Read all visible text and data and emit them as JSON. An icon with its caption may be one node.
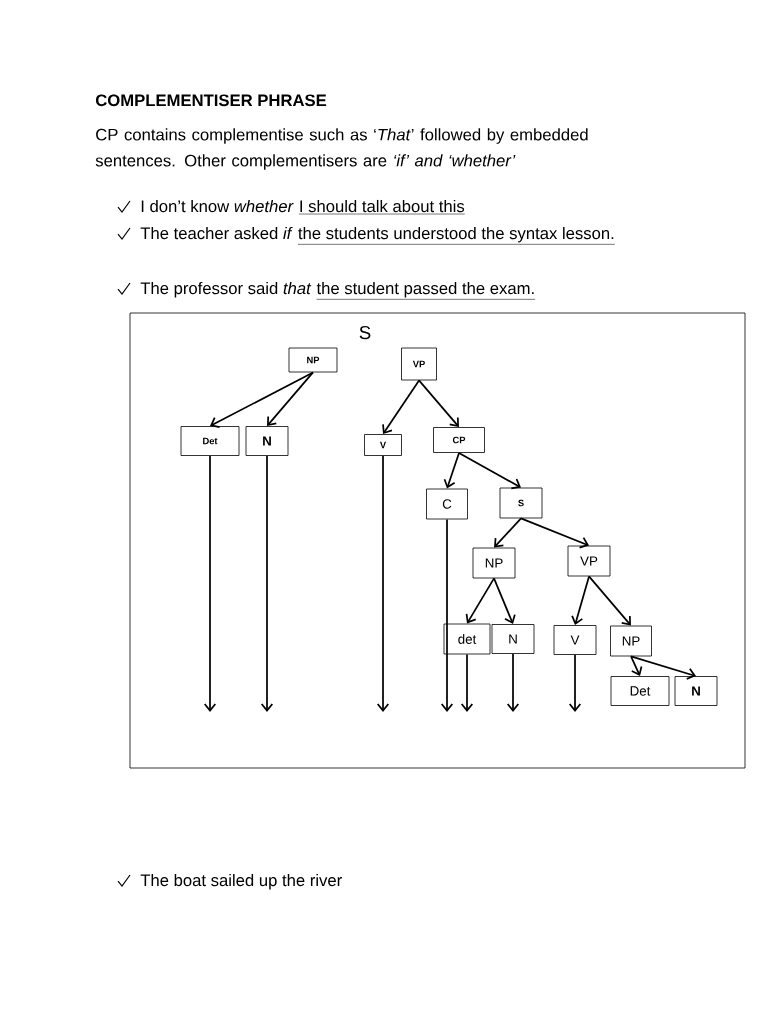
{
  "diagram": {
    "title": "COMPLEMENTISER PHRASE",
    "nodes": [
      {
        "text": [
          "NP"
        ]
      },
      {
        "text": [
          "VP"
        ]
      },
      {
        "text": [
          "Det"
        ]
      },
      {
        "text": [
          "N"
        ]
      },
      {
        "text": [
          "V"
        ]
      },
      {
        "text": [
          "CP"
        ]
      },
      {
        "text": [
          "C"
        ]
      },
      {
        "text": [
          "S"
        ]
      },
      {
        "text": [
          "NP"
        ]
      },
      {
        "text": [
          "VP"
        ]
      },
      {
        "text": [
          "det"
        ]
      },
      {
        "text": [
          "N"
        ]
      },
      {
        "text": [
          "V"
        ]
      },
      {
        "text": [
          "NP"
        ]
      },
      {
        "text": [
          "Det"
        ]
      },
      {
        "text": [
          "N"
        ]
      }
    ],
    "edges": [
      {
        "from": 0,
        "to": 2,
        "arrow": "to"
      },
      {
        "from": 0,
        "to": 3,
        "arrow": "to"
      },
      {
        "from": 1,
        "to": 4,
        "arrow": "to"
      },
      {
        "from": 1,
        "to": 5,
        "arrow": "to"
      },
      {
        "from": 5,
        "to": 6,
        "arrow": "to"
      },
      {
        "from": 5,
        "to": 7,
        "arrow": "to"
      },
      {
        "from": 7,
        "to": 8,
        "arrow": "to"
      },
      {
        "from": 7,
        "to": 9,
        "arrow": "to"
      },
      {
        "from": 8,
        "to": 10,
        "arrow": "to"
      },
      {
        "from": 8,
        "to": 11,
        "arrow": "to"
      },
      {
        "from": 9,
        "to": 12,
        "arrow": "to"
      },
      {
        "from": 9,
        "to": 13,
        "arrow": "to"
      },
      {
        "from": 13,
        "to": 14,
        "arrow": "to"
      },
      {
        "from": 13,
        "to": 15,
        "arrow": "to"
      },
      {
        "from": 2,
        "to": null,
        "arrow": "to"
      },
      {
        "from": 3,
        "to": null,
        "arrow": "to"
      },
      {
        "from": 4,
        "to": null,
        "arrow": "to"
      },
      {
        "from": 6,
        "to": null,
        "arrow": "to"
      },
      {
        "from": 10,
        "to": null,
        "arrow": "to"
      },
      {
        "from": 11,
        "to": null,
        "arrow": "to"
      },
      {
        "from": 12,
        "to": null,
        "arrow": "to"
      }
    ],
    "labels": [
      "CP contains complementise such as ‘*That*’ followed by embedded sentences. Other complementisers are *‘if’ and ‘whether’*",
      "I don’t know *whether*",
      "I should talk about this",
      "The teacher asked *if*",
      "the students understood the syntax lesson.",
      "The professor said *that*",
      "the student passed the exam.",
      "S",
      "The boat sailed up the river"
    ]
  }
}
